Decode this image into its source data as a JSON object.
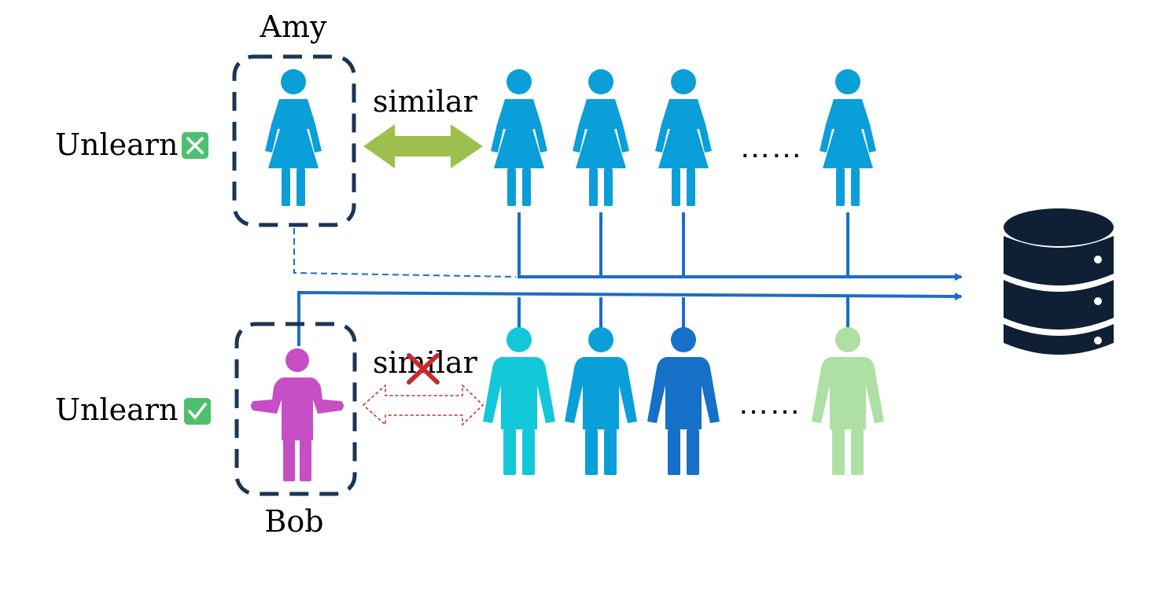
{
  "labels": {
    "amy": "Amy",
    "bob": "Bob",
    "unlearn_top": "Unlearn",
    "unlearn_bottom": "Unlearn",
    "similar_top": "similar",
    "similar_bottom": "similar",
    "ellipsis_top": "……",
    "ellipsis_bottom": "……"
  },
  "colors": {
    "female": "#0a9fd8",
    "bob": "#c64fc5",
    "bottom_people": [
      "#12c8d8",
      "#0a9fd8",
      "#1670c8",
      "#aee0a3"
    ],
    "link_line": "#1a6ec6",
    "green_arrow": "#9ebf4e",
    "dashed_box": "#1c3553",
    "cross": "#c62b2b",
    "database": "#0f2035",
    "badge_green": "#4fbf6e"
  },
  "icons": {
    "unlearn_top_badge": "cross-mark-badge-icon",
    "unlearn_bottom_badge": "check-mark-badge-icon",
    "database": "database-icon"
  }
}
